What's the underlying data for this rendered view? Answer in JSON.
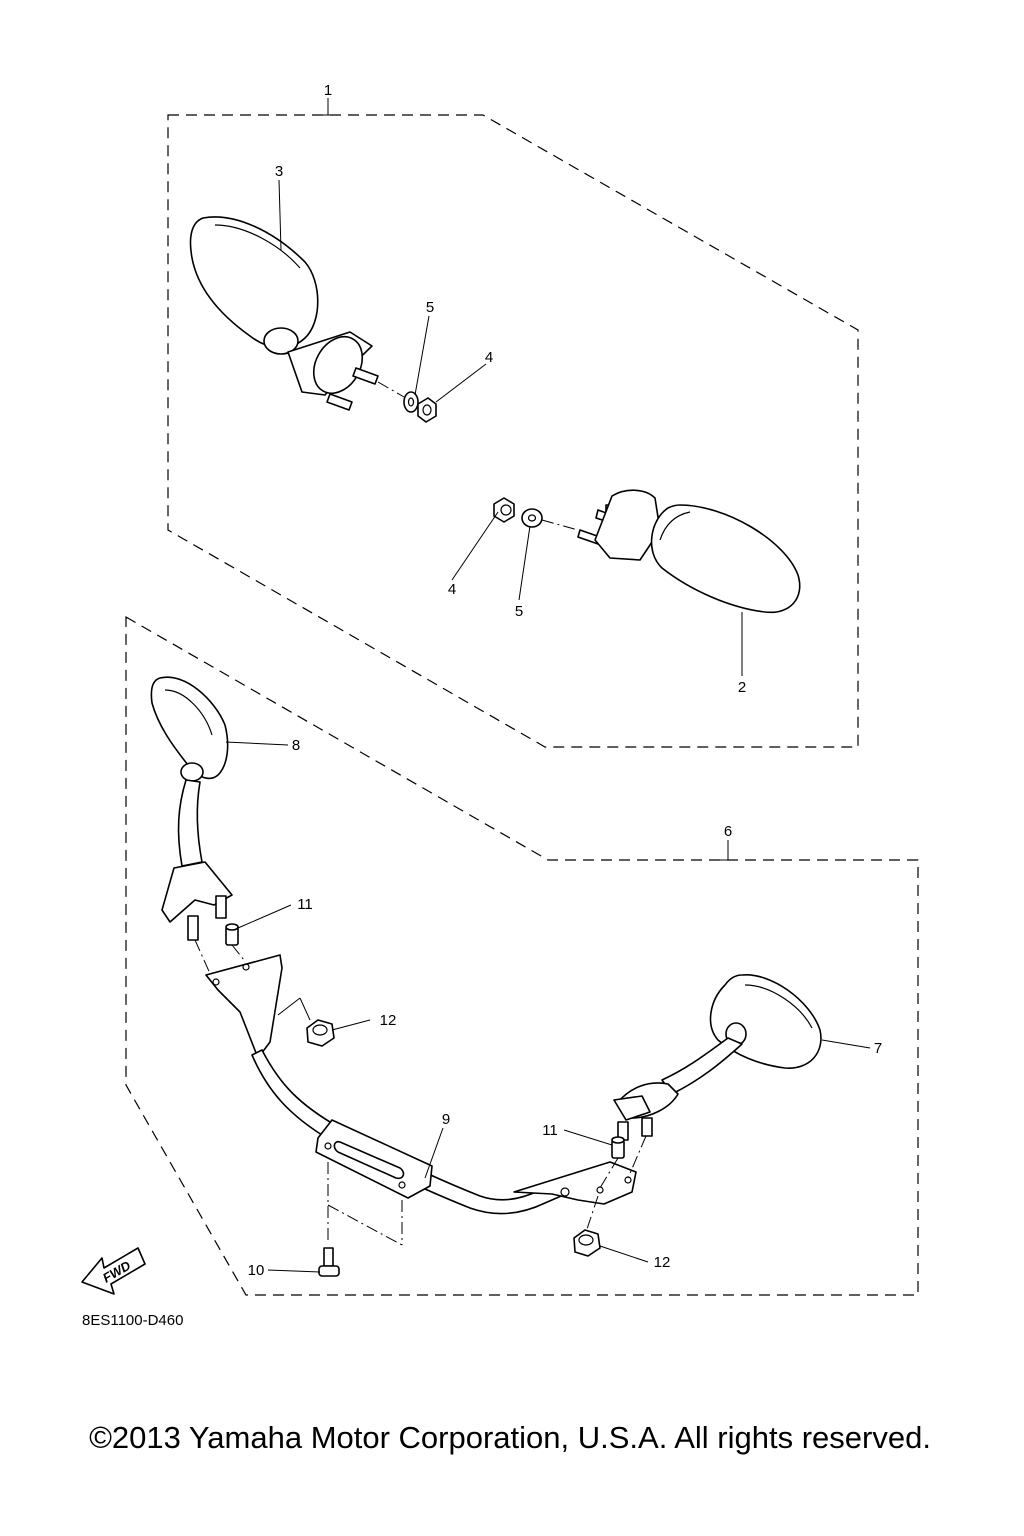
{
  "diagram_code": "8ES1100-D460",
  "copyright": "©2013 Yamaha Motor Corporation, U.S.A. All rights reserved.",
  "fwd_label": "FWD",
  "callouts": {
    "c1": "1",
    "c2": "2",
    "c3": "3",
    "c4a": "4",
    "c4b": "4",
    "c5a": "5",
    "c5b": "5",
    "c6": "6",
    "c7": "7",
    "c8": "8",
    "c9": "9",
    "c10": "10",
    "c11a": "11",
    "c11b": "11",
    "c12a": "12",
    "c12b": "12"
  }
}
